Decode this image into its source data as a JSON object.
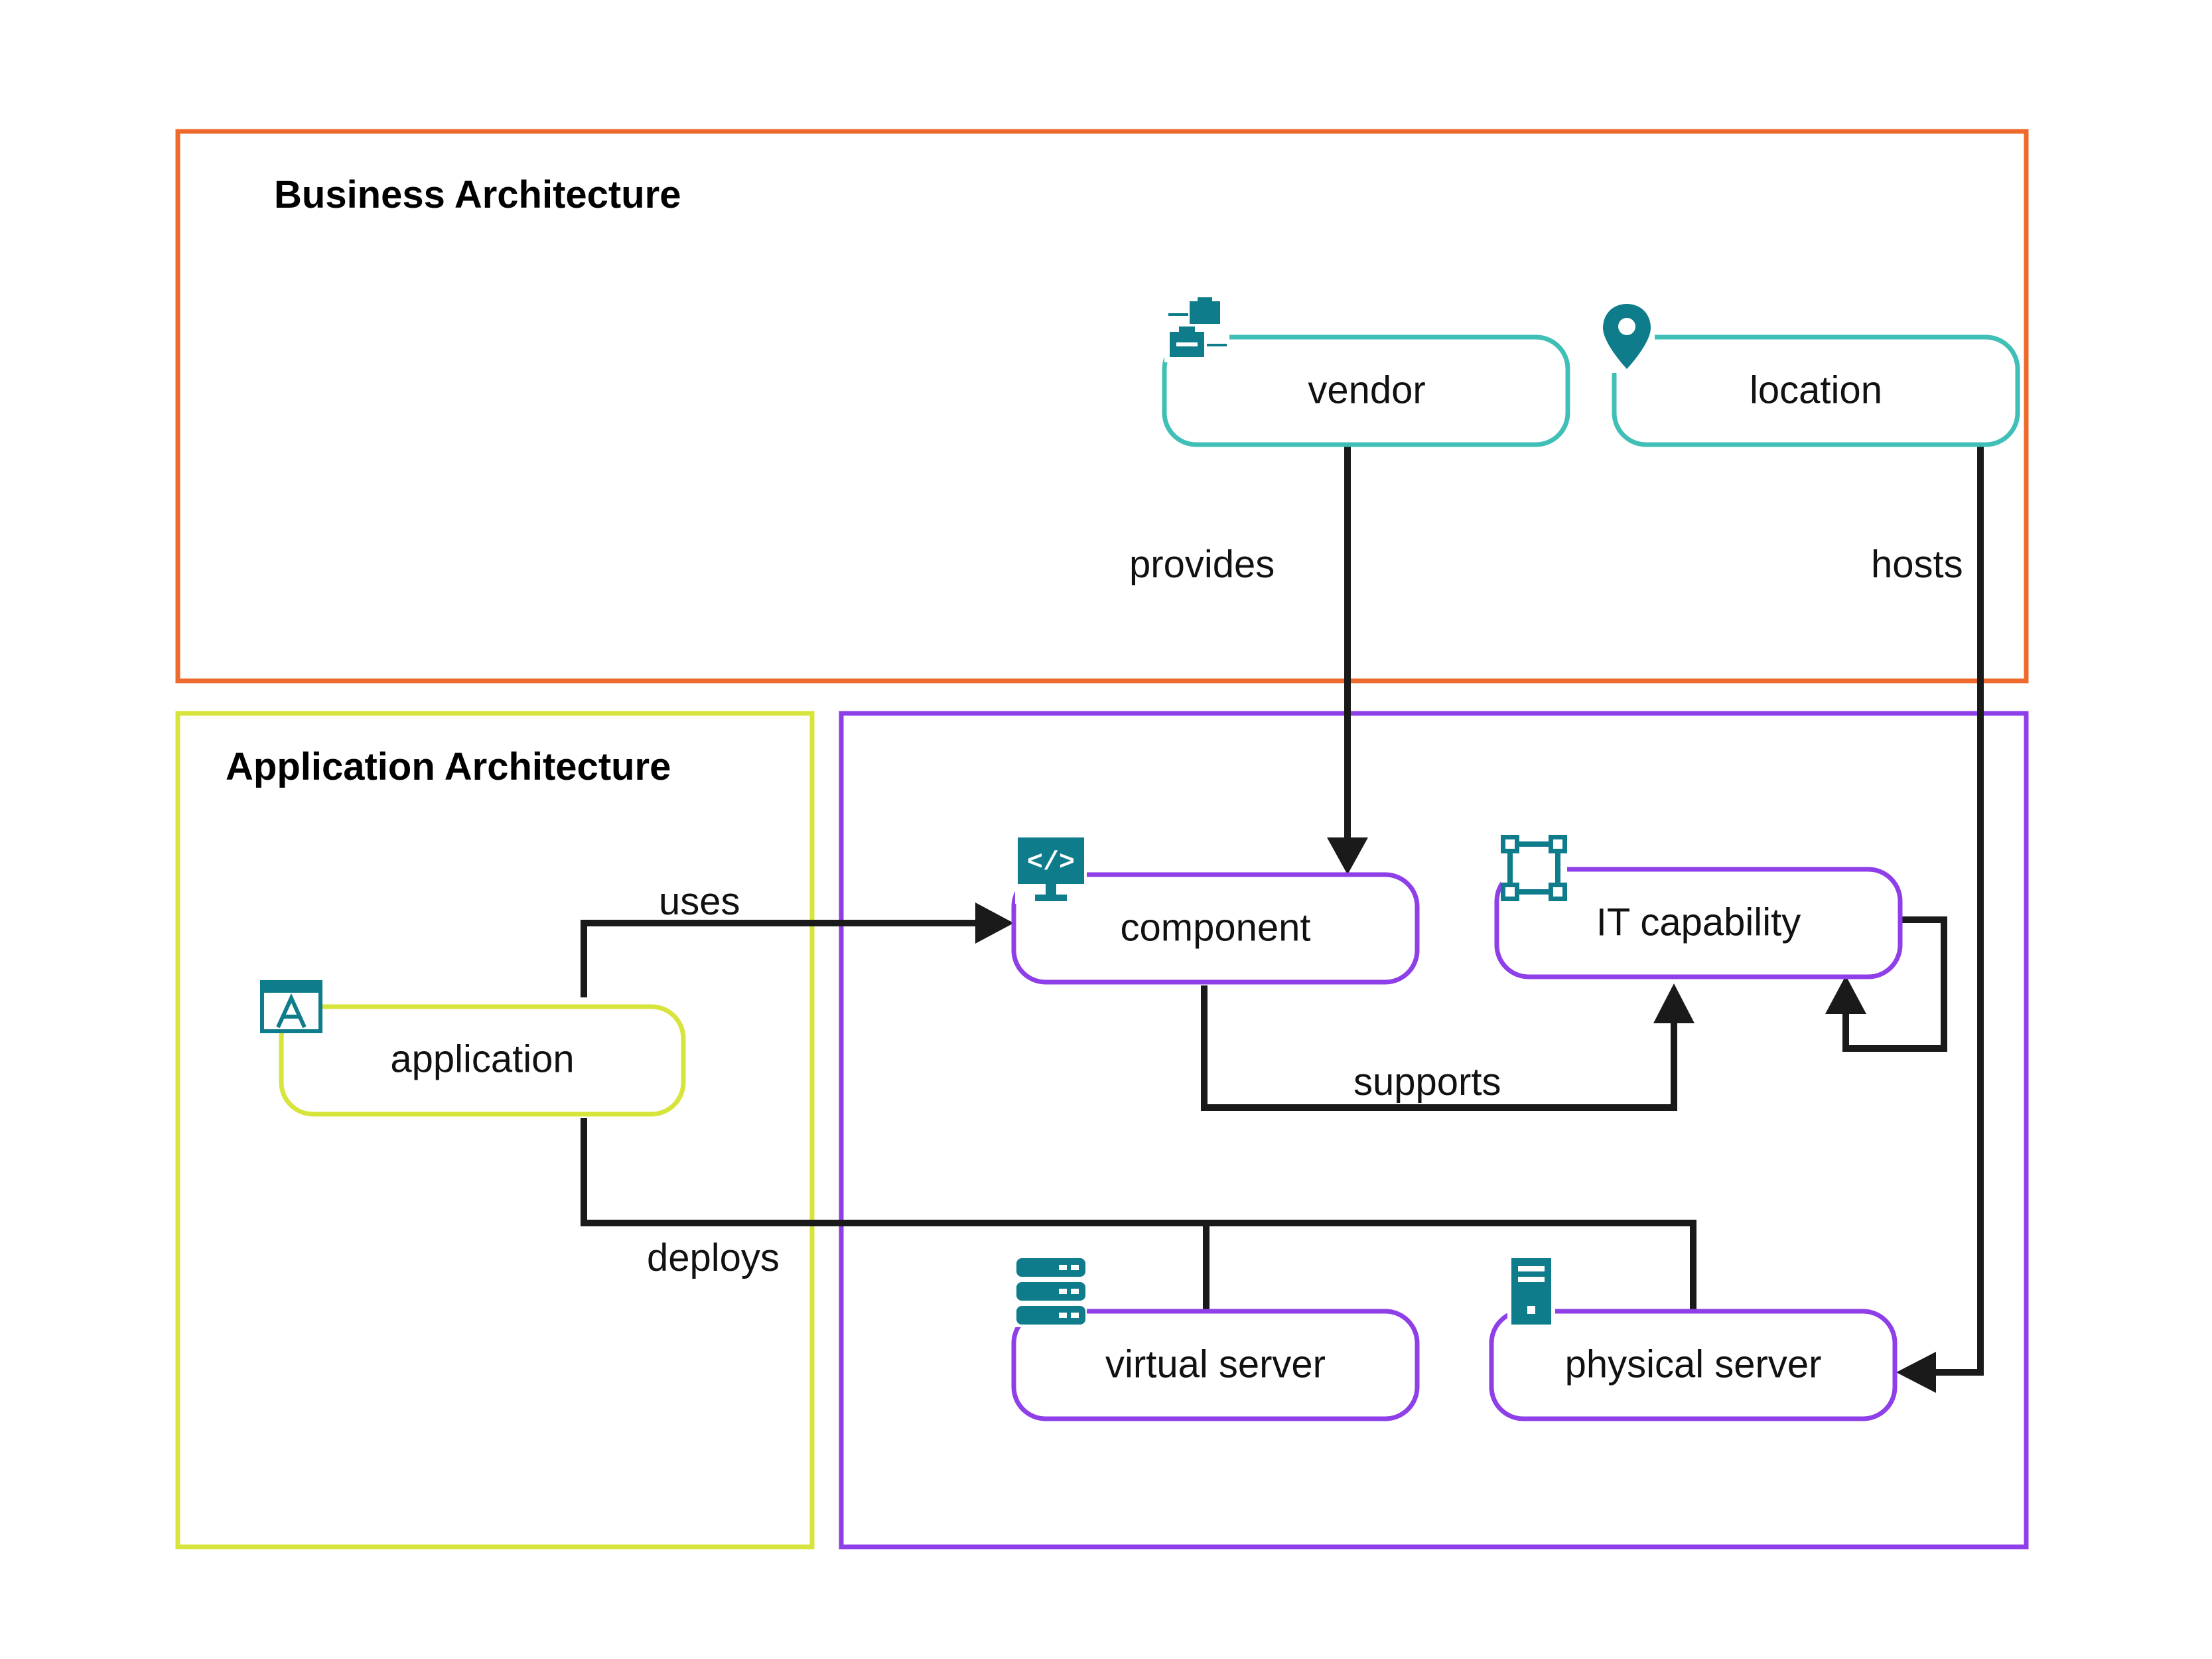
{
  "colors": {
    "business_border": "#ee6a2c",
    "application_border": "#d6e43b",
    "technology_border": "#8f3fe8",
    "teal_node": "#3fbfb6",
    "purple_node": "#8f3fe8",
    "yellow_node": "#d6e43b",
    "icon_teal": "#0f7c8c",
    "edge": "#1a1a1a"
  },
  "groups": {
    "business": {
      "title": "Business Architecture"
    },
    "application": {
      "title": "Application Architecture"
    },
    "technology": {
      "title": ""
    }
  },
  "nodes": {
    "vendor": {
      "label": "vendor",
      "icon": "vendor-icon"
    },
    "location": {
      "label": "location",
      "icon": "location-pin-icon"
    },
    "component": {
      "label": "component",
      "icon": "code-monitor-icon"
    },
    "it_capability": {
      "label": "IT capability",
      "icon": "capability-nodes-icon"
    },
    "application": {
      "label": "application",
      "icon": "application-window-icon"
    },
    "virtual_server": {
      "label": "virtual server",
      "icon": "server-stack-icon"
    },
    "physical_server": {
      "label": "physical server",
      "icon": "server-tower-icon"
    }
  },
  "edges": {
    "provides": {
      "label": "provides",
      "from": "vendor",
      "to": "component"
    },
    "hosts": {
      "label": "hosts",
      "from": "location",
      "to": "physical server"
    },
    "uses": {
      "label": "uses",
      "from": "application",
      "to": "component"
    },
    "supports": {
      "label": "supports",
      "from": "component",
      "to": "IT capability"
    },
    "self_loop": {
      "label": "",
      "from": "IT capability",
      "to": "IT capability"
    },
    "deploys": {
      "label": "deploys",
      "from": "application",
      "to": "virtual server / physical server"
    }
  }
}
